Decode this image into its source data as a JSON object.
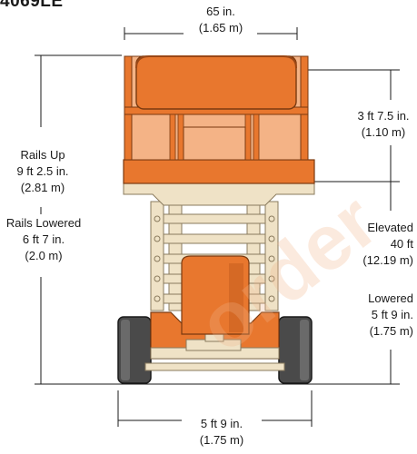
{
  "model": "4069LE",
  "colors": {
    "orange": "#e8772e",
    "orange_dark": "#b4551a",
    "beige": "#efe2c6",
    "beige_stroke": "#8a7b5e",
    "tire": "#4a4a4a",
    "line": "#1a1a1a"
  },
  "dimensions": {
    "platform_width": {
      "imperial": "65 in.",
      "metric": "(1.65 m)"
    },
    "rail_height": {
      "imperial": "3 ft 7.5 in.",
      "metric": "(1.10 m)"
    },
    "rails_up": {
      "title": "Rails Up",
      "imperial": "9 ft  2.5 in.",
      "metric": "(2.81 m)"
    },
    "rails_lowered": {
      "title": "Rails Lowered",
      "imperial": "6 ft 7 in.",
      "metric": "(2.0 m)"
    },
    "elevated": {
      "title": "Elevated",
      "imperial": "40 ft",
      "metric": "(12.19 m)"
    },
    "lowered": {
      "title": "Lowered",
      "imperial": "5 ft 9 in.",
      "metric": "(1.75 m)"
    },
    "overall_width": {
      "imperial": "5 ft 9 in.",
      "metric": "(1.75 m)"
    }
  },
  "watermark": "order"
}
